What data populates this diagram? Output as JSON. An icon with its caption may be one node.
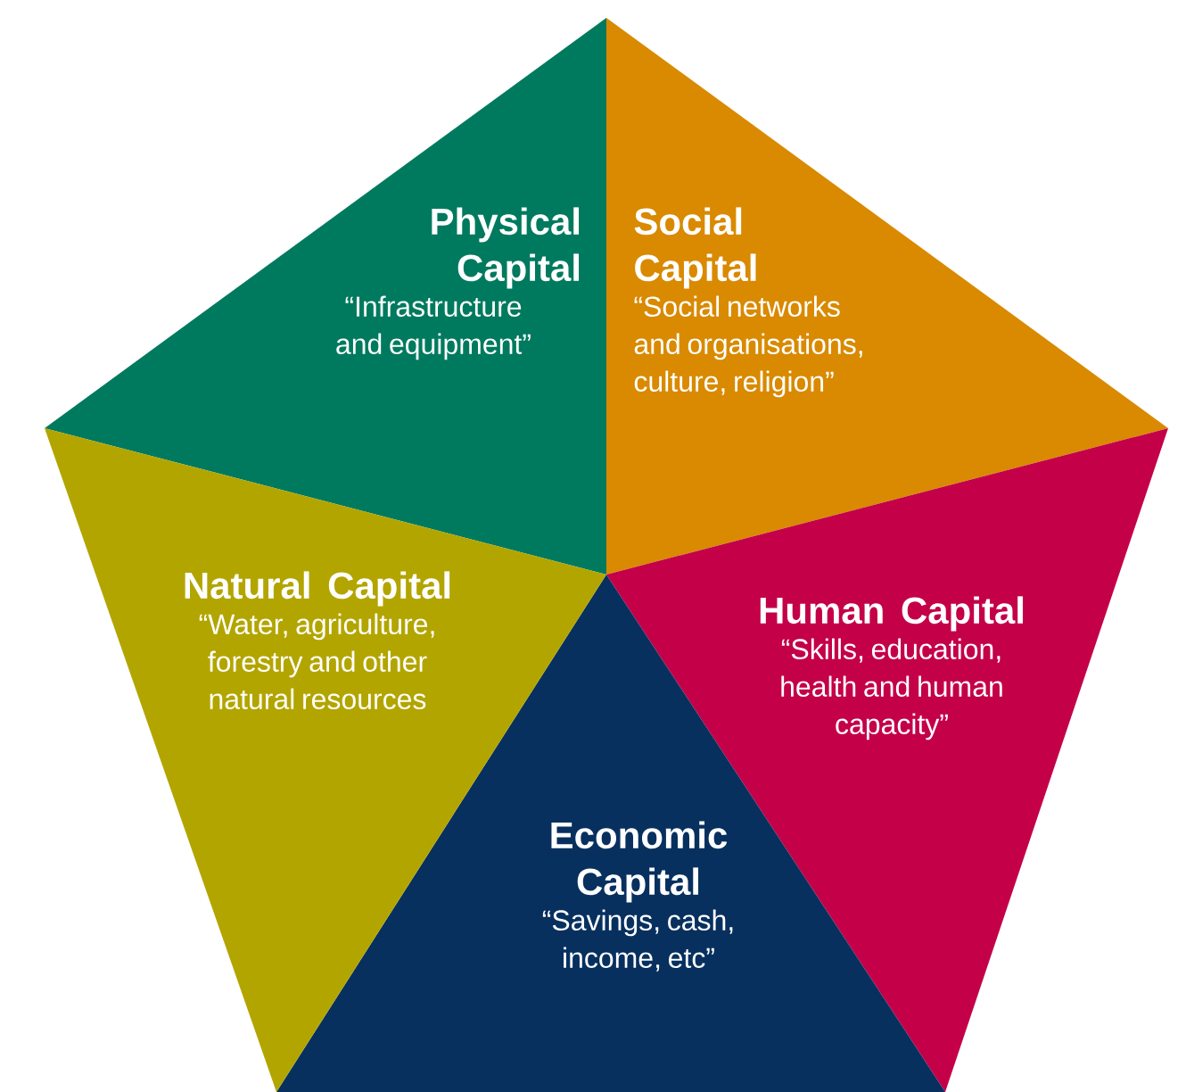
{
  "diagram": {
    "nodes": [
      {
        "text": [
          "Physical Capital",
          "“Infrastructure and equipment”"
        ]
      },
      {
        "text": [
          "Social Capital",
          "“Social networks and organisations, culture, religion”"
        ]
      },
      {
        "text": [
          "Human Capital",
          "“Skills, education, health and human capacity”"
        ]
      },
      {
        "text": [
          "Economic Capital",
          "“Savings, cash, income, etc”"
        ]
      },
      {
        "text": [
          "Natural Capital",
          "“Water, agriculture, forestry and other natural resources"
        ]
      }
    ]
  }
}
